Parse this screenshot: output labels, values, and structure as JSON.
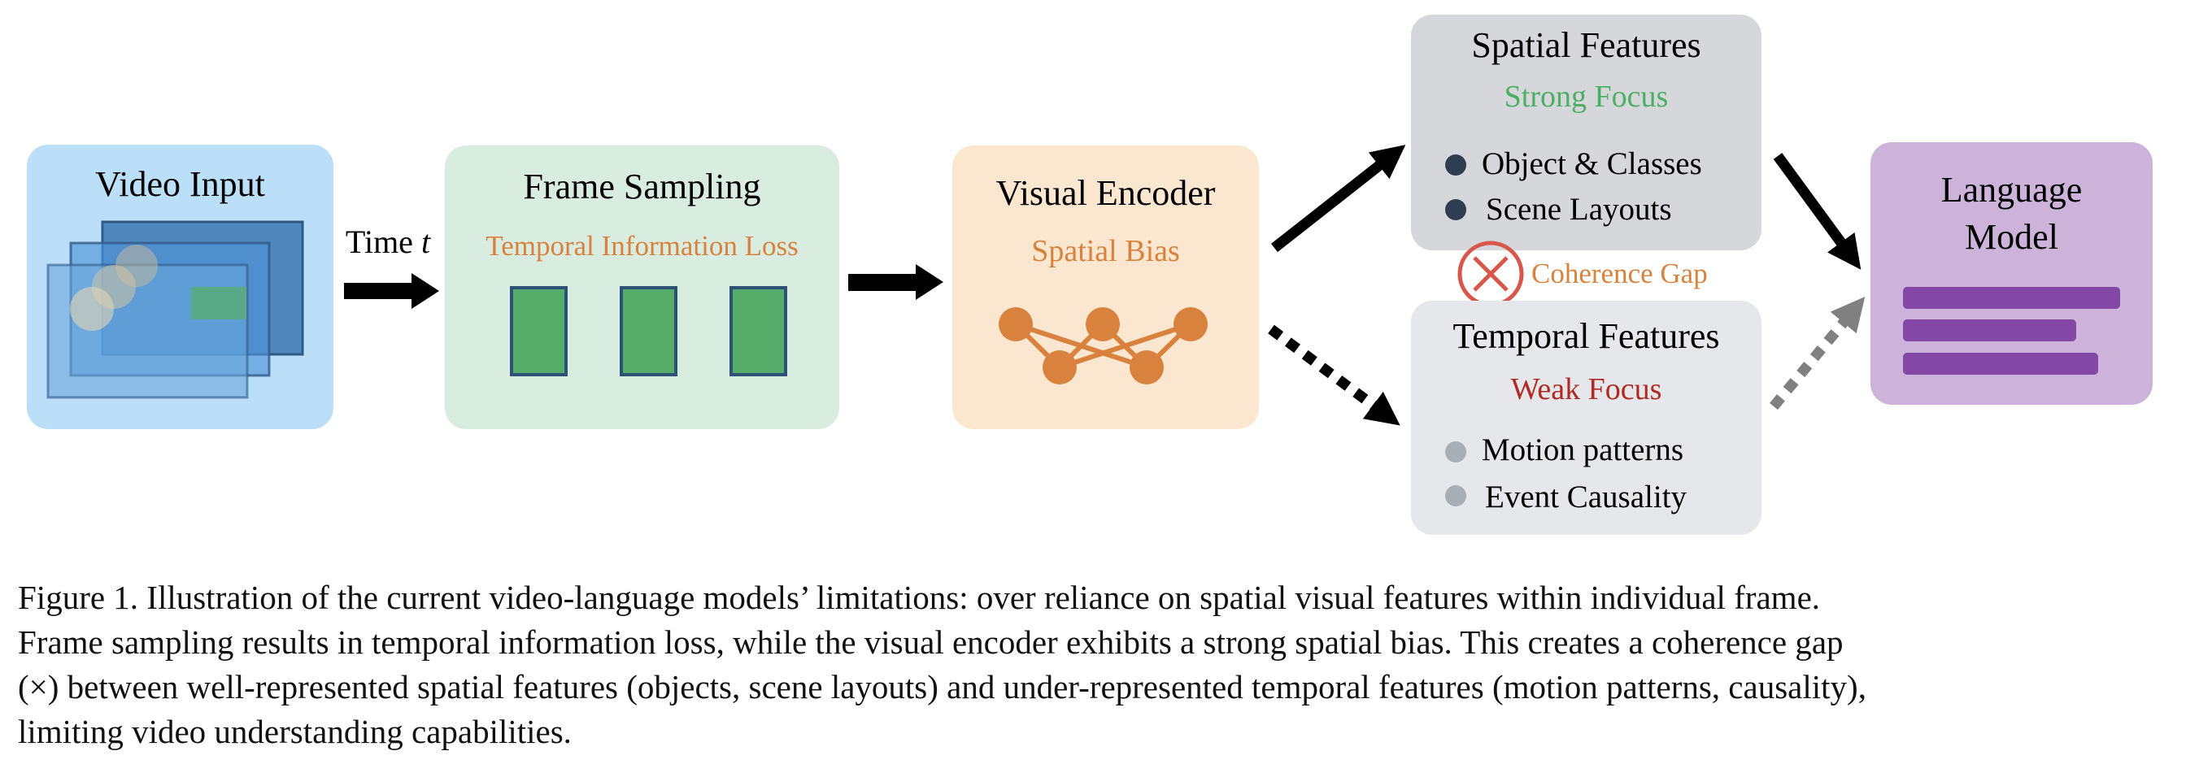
{
  "figure": {
    "blocks": {
      "video_input": {
        "title": "Video Input",
        "color": "#bcdff9"
      },
      "time_label": {
        "prefix": "Time ",
        "variable": "t"
      },
      "frame_sampling": {
        "title": "Frame Sampling",
        "subtitle": "Temporal Information Loss",
        "color": "#d9ece0",
        "frame_count": 3
      },
      "visual_encoder": {
        "title": "Visual Encoder",
        "subtitle": "Spatial Bias",
        "color": "#fbe6cf"
      },
      "spatial_features": {
        "title": "Spatial Features",
        "focus": "Strong Focus",
        "focus_color": "#4caf63",
        "items": [
          "Object & Classes",
          "Scene Layouts"
        ],
        "color": "#d5d7db"
      },
      "coherence_gap": {
        "label": "Coherence Gap",
        "icon": "circle-x-icon",
        "color": "#d9574a"
      },
      "temporal_features": {
        "title": "Temporal Features",
        "focus": "Weak Focus",
        "focus_color": "#b02a22",
        "items": [
          "Motion patterns",
          "Event Causality"
        ],
        "color": "#e6e7ea"
      },
      "language_model": {
        "title_line1": "Language",
        "title_line2": "Model",
        "color": "#cdb3da",
        "bar_color": "#8348a6"
      }
    },
    "accent_orange": "#d9823d"
  },
  "caption": {
    "lines": [
      "Figure 1. Illustration of the current video-language models’ limitations: over reliance on spatial visual features within individual frame.",
      "Frame sampling results in temporal information loss, while the visual encoder exhibits a strong spatial bias. This creates a coherence gap",
      "(×) between well-represented spatial features (objects, scene layouts) and under-represented temporal features (motion patterns, causality),",
      "limiting video understanding capabilities."
    ]
  }
}
